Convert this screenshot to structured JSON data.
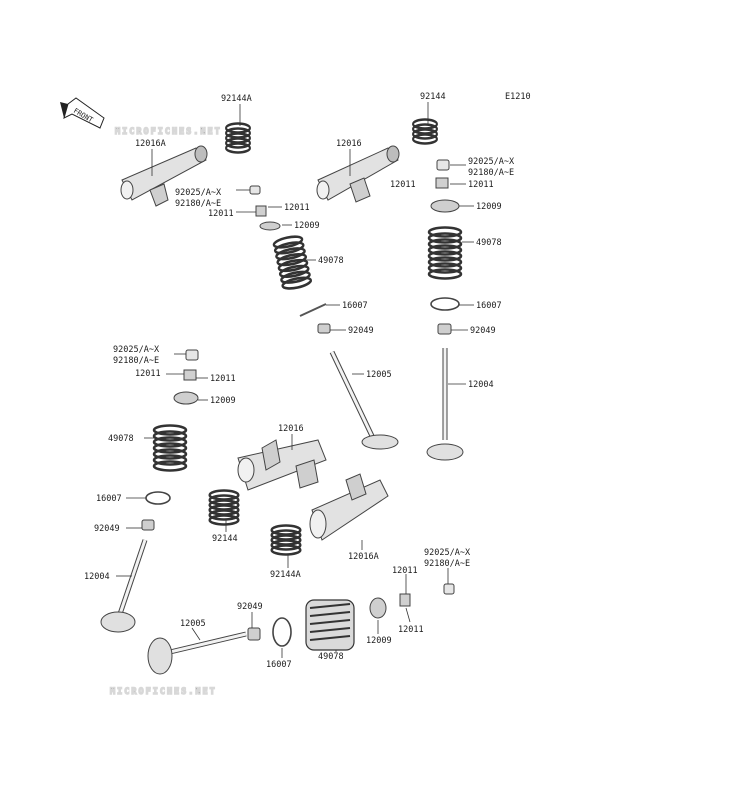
{
  "watermark": "MICROFICHES.NET",
  "ref_code": "E1210",
  "front_label": "FRONT",
  "colors": {
    "part_fill": "#dcdcdc",
    "part_dark": "#9a9a9a",
    "line": "#333333",
    "watermark": "#d8d8d8"
  },
  "labels": {
    "l_92144a_top": "92144A",
    "l_92144_top": "92144",
    "l_12016a_top": "12016A",
    "l_12016_top": "12016",
    "l_92025_l": "92025/A~X",
    "l_92180_l": "92180/A~E",
    "l_12011_l1": "12011",
    "l_12011_l2": "12011",
    "l_12009_l": "12009",
    "l_49078_l": "49078",
    "l_16007_l": "16007",
    "l_92049_l": "92049",
    "l_12005_l": "12005",
    "l_92025_r": "92025/A~X",
    "l_92180_r": "92180/A~E",
    "l_12011_r": "12011",
    "l_12009_r": "12009",
    "l_49078_r": "49078",
    "l_16007_r": "16007",
    "l_92049_r": "92049",
    "l_12004_r": "12004",
    "l_92025_m": "92025/A~X",
    "l_92180_m": "92180/A~E",
    "l_12011_m1": "12011",
    "l_12011_m2": "12011",
    "l_12009_m": "12009",
    "l_49078_m": "49078",
    "l_16007_m": "16007",
    "l_92049_m": "92049",
    "l_12004_m": "12004",
    "l_12016_mid": "12016",
    "l_92144_mid": "92144",
    "l_92144a_mid": "92144A",
    "l_12016a_mid": "12016A",
    "l_12005_bot": "12005",
    "l_92049_bot": "92049",
    "l_16007_bot": "16007",
    "l_49078_bot": "49078",
    "l_12009_bot": "12009",
    "l_12011_bot1": "12011",
    "l_12011_bot2": "12011",
    "l_92025_bot": "92025/A~X",
    "l_92180_bot": "92180/A~E"
  }
}
